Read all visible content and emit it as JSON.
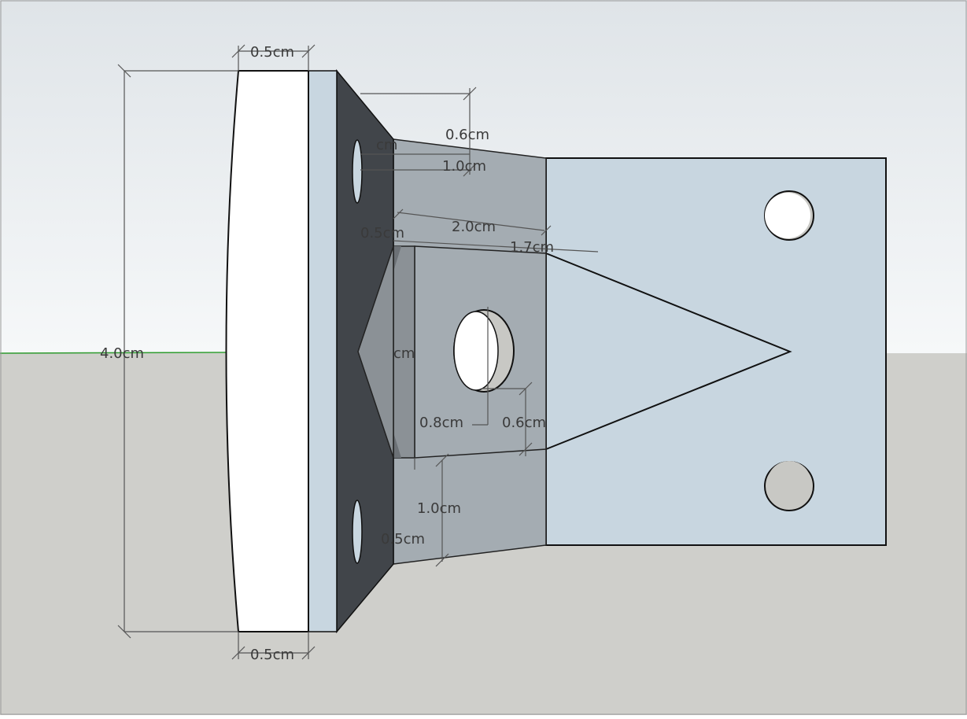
{
  "colors": {
    "sky_top": "#dfe4e8",
    "sky_bottom": "#f6f8f9",
    "ground": "#cfcfcb",
    "horizon": "#2e9b2e",
    "face_white": "#ffffff",
    "face_light": "#c8d6e0",
    "face_mid": "#a4acb2",
    "face_dark": "#41454a",
    "face_bevel": "#8b9196",
    "hole_inner": "#c8c8c4",
    "edge": "#111111",
    "dim_line": "#555555"
  },
  "dimensions": {
    "overall_height": "4.0cm",
    "face_thickness_top": "0.5cm",
    "face_thickness_bottom": "0.5cm",
    "upper_step": "0.6cm",
    "hole_offset_top": "1.0cm",
    "upper_neck_length": "2.0cm",
    "hole_edge_offset": "0.5cm",
    "block_length": "1.7cm",
    "center_partial": "cm",
    "hole_diameter": "0.8cm",
    "hole_edge_distance": "0.6cm",
    "lower_neck_height": "1.0cm",
    "lower_hole_offset": "0.5cm",
    "top_partial": "cm"
  }
}
